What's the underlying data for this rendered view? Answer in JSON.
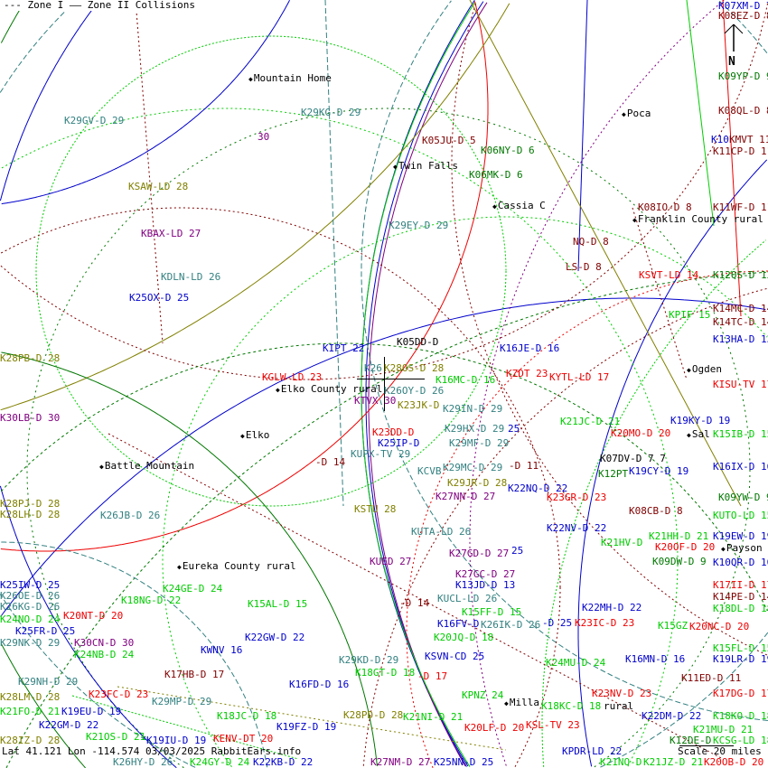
{
  "legend": {
    "zone1": "--- Zone I",
    "zone2": "—— Zone II",
    "collisions": "Collisions"
  },
  "footer": {
    "coords": "Lat 41.121 Lon -114.574 03/03/2025 RabbitEars.info",
    "scale": "Scale 20 miles"
  },
  "north_label": "N",
  "colors": {
    "blue": "#0000cc",
    "darkred": "#800000",
    "red": "#ee0000",
    "green": "#00cc00",
    "darkgreen": "#007700",
    "teal": "#338080",
    "olive": "#808000",
    "purple": "#800080",
    "black": "#000000"
  },
  "cities": [
    "Mountain Home",
    "Twin Falls",
    "Poca",
    "Cassia C",
    "Franklin County rural",
    "Ogden",
    "Sal",
    "Payson",
    "Elko County rural",
    "Elko",
    "Battle Mountain",
    "Eureka County rural",
    "Milla"
  ],
  "labels": [
    {
      "text": "K07XM-D 7",
      "color": "blue"
    },
    {
      "text": "K08EZ-D 8",
      "color": "darkred"
    },
    {
      "text": "K09YP-D 9",
      "color": "darkgreen"
    },
    {
      "text": "K08QL-D 8",
      "color": "darkred"
    },
    {
      "text": "K10",
      "color": "blue"
    },
    {
      "text": "KMVT 11",
      "color": "darkred"
    },
    {
      "text": "K11CP-D 11",
      "color": "darkred"
    },
    {
      "text": "K08IO-D 8",
      "color": "darkred"
    },
    {
      "text": "K11WF-D 11",
      "color": "darkred"
    },
    {
      "text": "KSVT-LD 14",
      "color": "red"
    },
    {
      "text": "K12QS-D 12",
      "color": "darkgreen"
    },
    {
      "text": "K14MC-D 14",
      "color": "darkred"
    },
    {
      "text": "KPIF 15",
      "color": "green"
    },
    {
      "text": "K14TC-D 14",
      "color": "darkred"
    },
    {
      "text": "K13HA-D 13",
      "color": "blue"
    },
    {
      "text": "KISU-TV 17",
      "color": "red"
    },
    {
      "text": "K19KY-D 19",
      "color": "blue"
    },
    {
      "text": "K20MO-D 20",
      "color": "red"
    },
    {
      "text": "K15IB-D 15",
      "color": "green"
    },
    {
      "text": "K07DV-D 7 7",
      "color": "black"
    },
    {
      "text": "K19CY-D 19",
      "color": "blue"
    },
    {
      "text": "K16IX-D 16",
      "color": "blue"
    },
    {
      "text": "K12PT",
      "color": "darkgreen"
    },
    {
      "text": "K09YW-D 9",
      "color": "darkgreen"
    },
    {
      "text": "K08CB-D 8",
      "color": "darkred"
    },
    {
      "text": "KUTO-LD 15",
      "color": "green"
    },
    {
      "text": "K21HH-D 21",
      "color": "green"
    },
    {
      "text": "K19EW-D 19",
      "color": "blue"
    },
    {
      "text": "K20OF-D 20",
      "color": "red"
    },
    {
      "text": "K09DW-D 9",
      "color": "darkgreen"
    },
    {
      "text": "K10QR-D 10",
      "color": "blue"
    },
    {
      "text": "K17II-D 17",
      "color": "red"
    },
    {
      "text": "K14PE-D 14",
      "color": "darkred"
    },
    {
      "text": "K18DL-D 18",
      "color": "green"
    },
    {
      "text": "K15GZ",
      "color": "green"
    },
    {
      "text": "K20NC-D 20",
      "color": "red"
    },
    {
      "text": "K15FL-D 15",
      "color": "green"
    },
    {
      "text": "K19LR-D 19",
      "color": "blue"
    },
    {
      "text": "K11ED-D 11",
      "color": "darkred"
    },
    {
      "text": "K17DG-D 17",
      "color": "red"
    },
    {
      "text": "K18KO-D 18",
      "color": "green"
    },
    {
      "text": "K22DM-D 22",
      "color": "blue"
    },
    {
      "text": "K21MU-D 21",
      "color": "green"
    },
    {
      "text": "K12DE-D",
      "color": "darkgreen"
    },
    {
      "text": "KCSG-LD 18",
      "color": "green"
    },
    {
      "text": "K29GV-D 29",
      "color": "teal"
    },
    {
      "text": "K29KG-D 29",
      "color": "teal"
    },
    {
      "text": "30",
      "color": "purple"
    },
    {
      "text": "K05JU-D 5",
      "color": "darkred"
    },
    {
      "text": "K06NY-D 6",
      "color": "darkgreen"
    },
    {
      "text": "K06MK-D 6",
      "color": "darkgreen"
    },
    {
      "text": "KSAW-LD 28",
      "color": "olive"
    },
    {
      "text": "K29EY-D 29",
      "color": "teal"
    },
    {
      "text": "KBAX-LD 27",
      "color": "purple"
    },
    {
      "text": "NQ-D 8",
      "color": "darkred"
    },
    {
      "text": "LS-D 8",
      "color": "darkred"
    },
    {
      "text": "KDLN-LD 26",
      "color": "teal"
    },
    {
      "text": "K25OX-D 25",
      "color": "blue"
    },
    {
      "text": "KIPT 22",
      "color": "blue"
    },
    {
      "text": "K05DD-D",
      "color": "black"
    },
    {
      "text": "K16JE-D 16",
      "color": "blue"
    },
    {
      "text": "K28PB-D 28",
      "color": "olive"
    },
    {
      "text": "KGLW-LD 23",
      "color": "red"
    },
    {
      "text": "K26",
      "color": "teal"
    },
    {
      "text": "K28OS-D 28",
      "color": "olive"
    },
    {
      "text": "KZDT 23",
      "color": "red"
    },
    {
      "text": "KYTL-LD 17",
      "color": "red"
    },
    {
      "text": "K16MC-D 16",
      "color": "green"
    },
    {
      "text": "K26OY-D 26",
      "color": "teal"
    },
    {
      "text": "KTVX 30",
      "color": "purple"
    },
    {
      "text": "K30LB-D 30",
      "color": "purple"
    },
    {
      "text": "K23JK-D",
      "color": "olive"
    },
    {
      "text": "K29IN-D 29",
      "color": "teal"
    },
    {
      "text": "K21JC-D 21",
      "color": "green"
    },
    {
      "text": "K23DD-D",
      "color": "red"
    },
    {
      "text": "K25IP-D",
      "color": "blue"
    },
    {
      "text": "K29HX-D 29",
      "color": "teal"
    },
    {
      "text": "25",
      "color": "blue"
    },
    {
      "text": "K29MF-D 29",
      "color": "teal"
    },
    {
      "text": "KUPX-TV 29",
      "color": "teal"
    },
    {
      "text": "-D 14",
      "color": "darkred"
    },
    {
      "text": "KCVB",
      "color": "teal"
    },
    {
      "text": "K29MC-D 29",
      "color": "teal"
    },
    {
      "text": "-D 11",
      "color": "darkred"
    },
    {
      "text": "K29JR-D 28",
      "color": "olive"
    },
    {
      "text": "K22NQ-D 22",
      "color": "blue"
    },
    {
      "text": "K27NN-D 27",
      "color": "purple"
    },
    {
      "text": "K23GR-D 23",
      "color": "red"
    },
    {
      "text": "K28PJ-D 28",
      "color": "olive"
    },
    {
      "text": "K28LH-D 28",
      "color": "olive"
    },
    {
      "text": "K26JB-D 26",
      "color": "teal"
    },
    {
      "text": "KSTU 28",
      "color": "olive"
    },
    {
      "text": "K22NV-D 22",
      "color": "blue"
    },
    {
      "text": "K21HV-D",
      "color": "green"
    },
    {
      "text": "KUTA-LD 26",
      "color": "teal"
    },
    {
      "text": "K27GD-D 27",
      "color": "purple"
    },
    {
      "text": "25",
      "color": "blue"
    },
    {
      "text": "KUED 27",
      "color": "purple"
    },
    {
      "text": "K27GC-D 27",
      "color": "purple"
    },
    {
      "text": "K13JD-D 13",
      "color": "blue"
    },
    {
      "text": "K25IW-D 25",
      "color": "blue"
    },
    {
      "text": "K26OE-D 26",
      "color": "teal"
    },
    {
      "text": "K24GE-D 24",
      "color": "green"
    },
    {
      "text": "K26KG-D 26",
      "color": "teal"
    },
    {
      "text": "K18NG-D 22",
      "color": "green"
    },
    {
      "text": "K15AL-D 15",
      "color": "green"
    },
    {
      "text": "-D 14",
      "color": "darkred"
    },
    {
      "text": "KUCL-LD 26",
      "color": "teal"
    },
    {
      "text": "K22MH-D 22",
      "color": "blue"
    },
    {
      "text": "K20NT-D 20",
      "color": "red"
    },
    {
      "text": "K24NO-D 24",
      "color": "green"
    },
    {
      "text": "K15FF-D 15",
      "color": "green"
    },
    {
      "text": "K16FV-D",
      "color": "blue"
    },
    {
      "text": "K26IK-D 26",
      "color": "teal"
    },
    {
      "text": "-D 25",
      "color": "blue"
    },
    {
      "text": "K23IC-D 23",
      "color": "red"
    },
    {
      "text": "K25FR-D 25",
      "color": "blue"
    },
    {
      "text": "K22GW-D 22",
      "color": "blue"
    },
    {
      "text": "K29NK-D 29",
      "color": "teal"
    },
    {
      "text": "K30CN-D 30",
      "color": "purple"
    },
    {
      "text": "KWNV 16",
      "color": "blue"
    },
    {
      "text": "K24NB-D 24",
      "color": "green"
    },
    {
      "text": "K20JQ-D 18",
      "color": "green"
    },
    {
      "text": "K29KD-D 29",
      "color": "teal"
    },
    {
      "text": "KSVN-CD 25",
      "color": "blue"
    },
    {
      "text": "K24MU-D 24",
      "color": "green"
    },
    {
      "text": "K16MN-D 16",
      "color": "blue"
    },
    {
      "text": "K18GT-D 18",
      "color": "green"
    },
    {
      "text": "K17HB-D 17",
      "color": "darkred"
    },
    {
      "text": "K16FD-D 16",
      "color": "blue"
    },
    {
      "text": "-D 17",
      "color": "red"
    },
    {
      "text": "K29NH-D 29",
      "color": "teal"
    },
    {
      "text": "K23FC-D 23",
      "color": "red"
    },
    {
      "text": "KPNZ 24",
      "color": "green"
    },
    {
      "text": "K23NV-D 23",
      "color": "red"
    },
    {
      "text": "K28LM-D 28",
      "color": "olive"
    },
    {
      "text": "K29MP-D 29",
      "color": "teal"
    },
    {
      "text": "K18KC-D 18",
      "color": "green"
    },
    {
      "text": "rural",
      "color": "black"
    },
    {
      "text": "K21FO-D 21",
      "color": "green"
    },
    {
      "text": "K19EU-D 19",
      "color": "blue"
    },
    {
      "text": "K28PD-D 28",
      "color": "olive"
    },
    {
      "text": "K21NI-D 21",
      "color": "green"
    },
    {
      "text": "K22GM-D 22",
      "color": "blue"
    },
    {
      "text": "K19FZ-D 19",
      "color": "blue"
    },
    {
      "text": "K18JC-D 18",
      "color": "green"
    },
    {
      "text": "K20LF-D 20",
      "color": "red"
    },
    {
      "text": "KSL-TV 23",
      "color": "red"
    },
    {
      "text": "KENV-DT 20",
      "color": "red"
    },
    {
      "text": "K21OS-D 21",
      "color": "green"
    },
    {
      "text": "K19IU-D 19",
      "color": "blue"
    },
    {
      "text": "K28IZ-D 28",
      "color": "olive"
    },
    {
      "text": "K27NM-D 27",
      "color": "purple"
    },
    {
      "text": "KPDR-LD 22",
      "color": "blue"
    },
    {
      "text": "K24GY-D 24",
      "color": "green"
    },
    {
      "text": "K22KB-D 22",
      "color": "blue"
    },
    {
      "text": "K26HY-D 26",
      "color": "teal"
    },
    {
      "text": "K25NN-D 25",
      "color": "blue"
    },
    {
      "text": "K21NO-D",
      "color": "green"
    },
    {
      "text": "K21JZ-D 21",
      "color": "green"
    },
    {
      "text": "K20OB-D 20",
      "color": "red"
    }
  ]
}
